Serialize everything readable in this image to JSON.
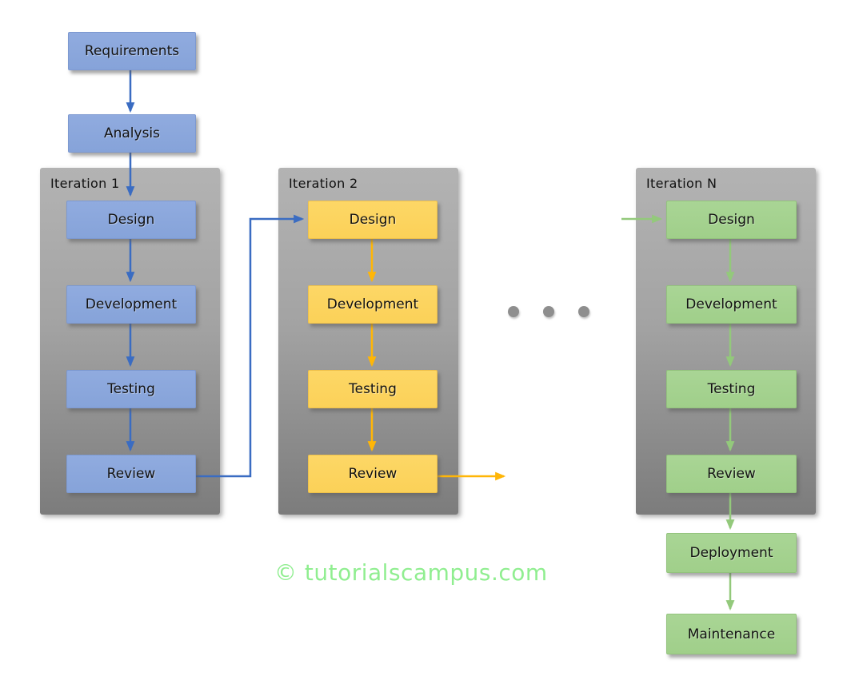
{
  "nodes": {
    "requirements": "Requirements",
    "analysis": "Analysis",
    "deployment": "Deployment",
    "maintenance": "Maintenance"
  },
  "iterations": [
    {
      "label": "Iteration 1",
      "theme": "blue",
      "steps": [
        "Design",
        "Development",
        "Testing",
        "Review"
      ]
    },
    {
      "label": "Iteration 2",
      "theme": "yellow",
      "steps": [
        "Design",
        "Development",
        "Testing",
        "Review"
      ]
    },
    {
      "label": "Iteration N",
      "theme": "green",
      "steps": [
        "Design",
        "Development",
        "Testing",
        "Review"
      ]
    }
  ],
  "ellipsis_dots": 3,
  "watermark": "© tutorialscampus.com",
  "colors": {
    "box_blue": "#8ba7dc",
    "box_yellow": "#fcd45f",
    "box_green": "#a5d290",
    "panel_gray_top": "#b3b3b3",
    "panel_gray_bottom": "#7c7c7c",
    "arrow_blue": "#3a6cc2",
    "arrow_amber": "#ffb607",
    "arrow_green": "#93c97b",
    "watermark_green": "#90ee90",
    "ellipsis_dot_gray": "#8e8e8e"
  }
}
